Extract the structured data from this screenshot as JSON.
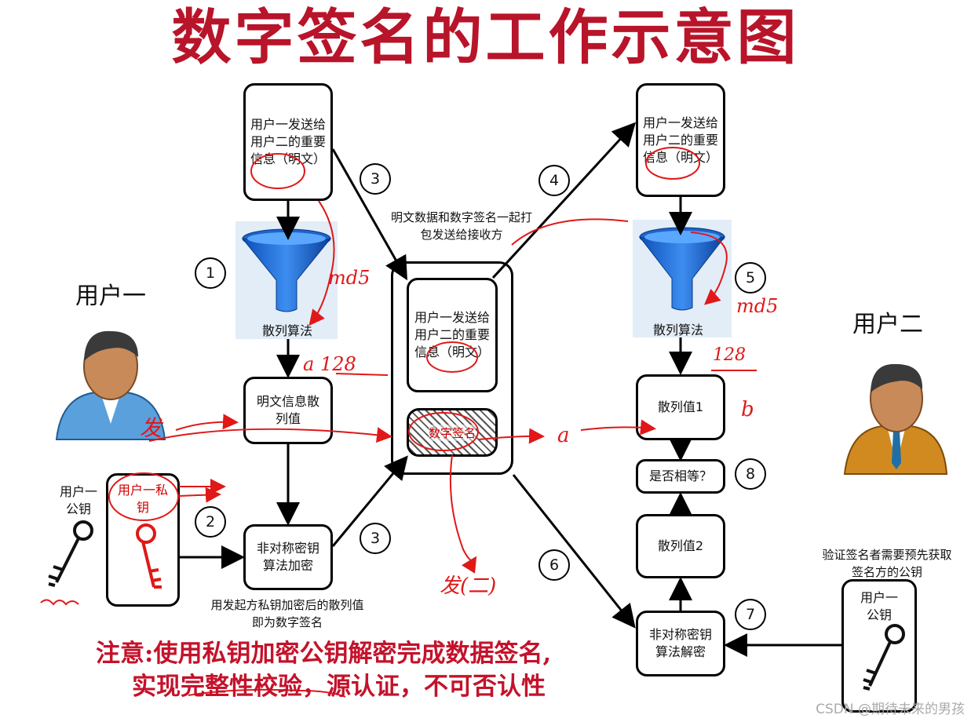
{
  "title": "数字签名的工作示意图",
  "user1": {
    "label": "用户一",
    "pubkey": "用户一公钥",
    "privkey": "用户一私钥"
  },
  "user2": {
    "label": "用户二"
  },
  "sender_msg": "用户一发送给用户二的重要信息（明文）",
  "receiver_msg": "用户一发送给用户二的重要信息（明文）",
  "package_msg": "用户一发送给用户二的重要信息（明文）",
  "signature_label": "数字签名",
  "hash_algo_left": "散列算法",
  "hash_algo_right": "散列算法",
  "plain_hash": "明文信息散列值",
  "encrypt_box": "非对称密钥算法加密",
  "decrypt_box": "非对称密钥算法解密",
  "hash1": "散列值1",
  "hash2": "散列值2",
  "equal_q": "是否相等？",
  "package_caption": "明文数据和数字签名一起打包发送给接收方",
  "sig_caption": "用发起方私钥加密后的散列值即为数字签名",
  "verify_caption": "验证签名者需要预先获取签名方的公钥",
  "verify_key": "用户一公钥",
  "steps": {
    "s1": "1",
    "s2": "2",
    "s3a": "3",
    "s3b": "3",
    "s4": "4",
    "s5": "5",
    "s6": "6",
    "s7": "7",
    "s8": "8"
  },
  "note_line1": "注意:使用私钥加密公钥解密完成数据签名,",
  "note_line2": "实现完整性校验，源认证，不可否认性",
  "handwriting": {
    "md5_left": "md5",
    "md5_right": "md5",
    "a128": "a 128",
    "r128": "128",
    "b": "b",
    "a_mid": "a",
    "fa": "发",
    "fa2": "发(二)"
  },
  "watermark": "CSDN @期待未来的男孩",
  "colors": {
    "title": "#b8142a",
    "note": "#c4122b",
    "ink": "#e01818"
  }
}
